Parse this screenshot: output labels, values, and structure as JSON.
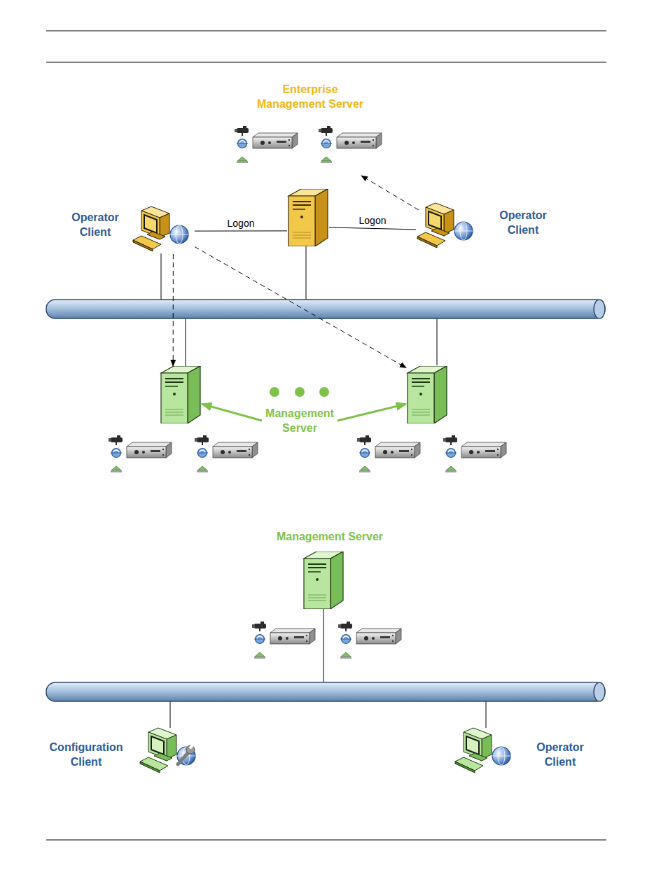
{
  "diagram": {
    "nodes": [
      {
        "text": [
          "Enterprise Management Server"
        ]
      },
      {
        "text": [
          "Operator Client"
        ]
      },
      {
        "text": [
          "Operator Client"
        ]
      },
      {
        "text": []
      },
      {
        "text": [
          "Management Server"
        ]
      },
      {
        "text": []
      },
      {
        "text": [
          "Management Server"
        ]
      },
      {
        "text": [
          "Configuration Client"
        ]
      },
      {
        "text": [
          "Operator Client"
        ]
      }
    ],
    "edges": [
      {
        "from": 1,
        "to": 0,
        "label": "Logon",
        "arrow": "none"
      },
      {
        "from": 0,
        "to": 2,
        "label": "Logon",
        "arrow": "none"
      },
      {
        "from": 1,
        "to": 3,
        "arrow": "to"
      },
      {
        "from": 1,
        "to": 5,
        "arrow": "to"
      },
      {
        "from": 4,
        "to": 3,
        "arrow": "to"
      },
      {
        "from": 4,
        "to": 5,
        "arrow": "to"
      }
    ]
  }
}
